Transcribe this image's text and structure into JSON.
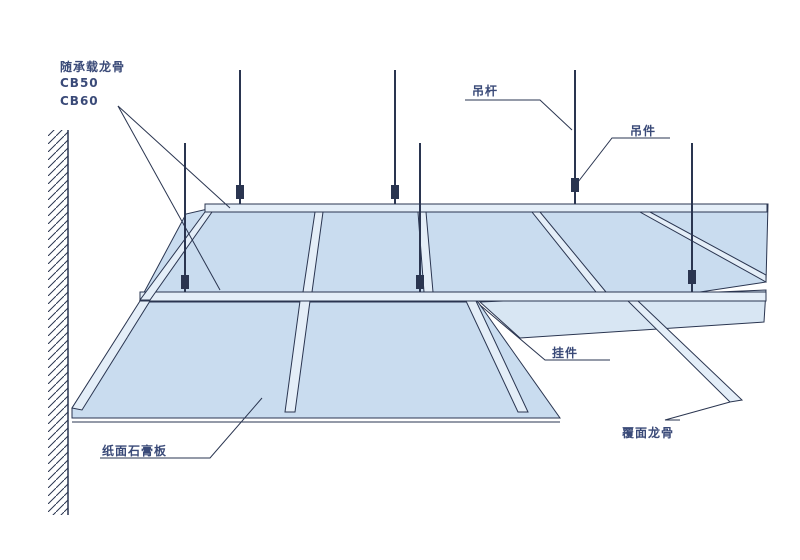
{
  "labels": {
    "main_keel": "随承载龙骨",
    "cb50": "CB50",
    "cb60": "CB60",
    "hanger_rod": "吊杆",
    "hanger": "吊件",
    "connector": "挂件",
    "cover_keel": "覆面龙骨",
    "gypsum_board": "纸面石膏板"
  },
  "colors": {
    "board": "#c9dcef",
    "board_light": "#e4eef8",
    "line": "#2a3550",
    "text": "#3a4a78"
  }
}
